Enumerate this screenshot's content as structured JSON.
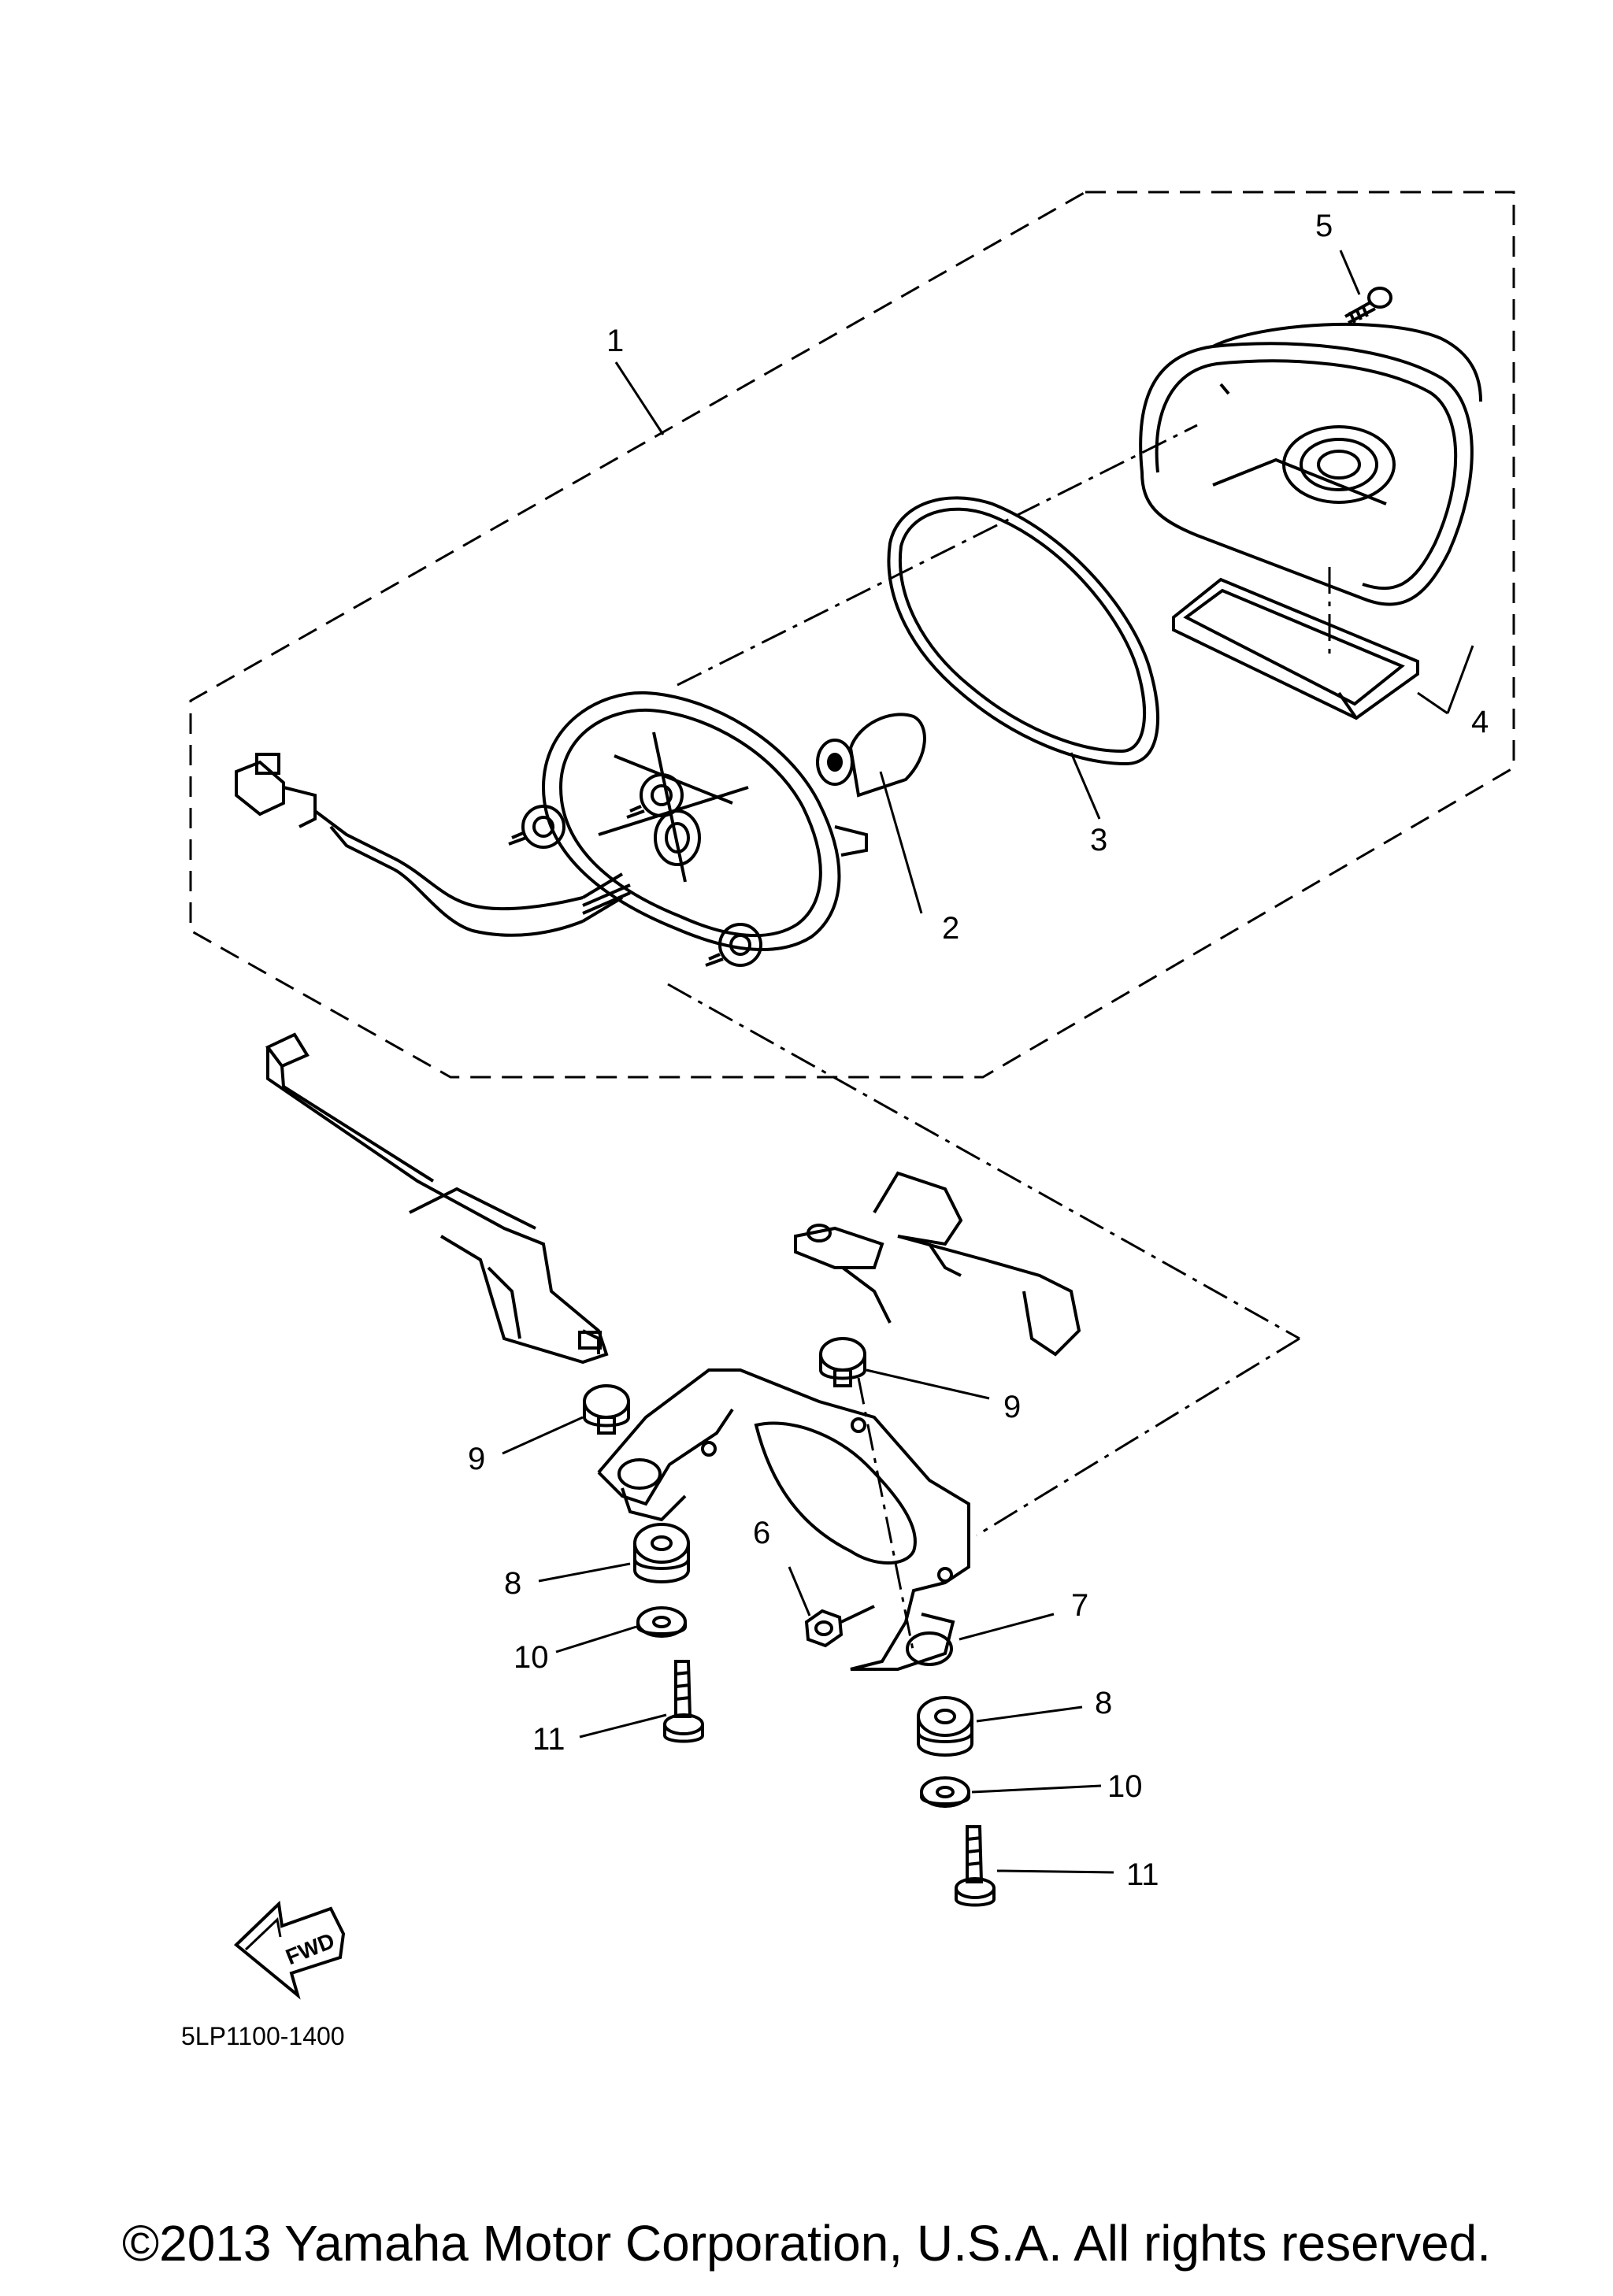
{
  "diagram": {
    "callouts": {
      "c1": "1",
      "c2": "2",
      "c3": "3",
      "c4": "4",
      "c5": "5",
      "c6": "6",
      "c7": "7",
      "c8a": "8",
      "c8b": "8",
      "c9a": "9",
      "c9b": "9",
      "c10a": "10",
      "c10b": "10",
      "c11a": "11",
      "c11b": "11"
    },
    "fwd_label": "FWD",
    "ref_code": "5LP1100-1400"
  },
  "footer": {
    "copyright": "©2013 Yamaha Motor Corporation, U.S.A. All rights reserved."
  }
}
